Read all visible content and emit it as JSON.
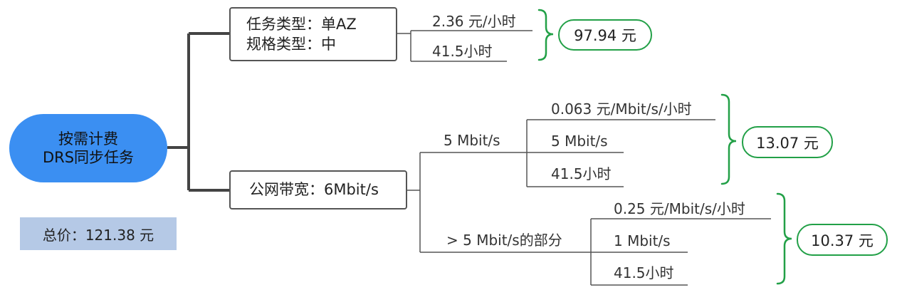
{
  "root": {
    "line1": "按需计费",
    "line2": "DRS同步任务"
  },
  "task_box": {
    "line1": "任务类型：单AZ",
    "line2": "规格类型：中"
  },
  "task_branch": {
    "price": "2.36 元/小时",
    "hours": "41.5小时",
    "result": "97.94 元"
  },
  "bandwidth_box": {
    "label": "公网带宽：6Mbit/s"
  },
  "bw_tier1": {
    "label": "5 Mbit/s",
    "price": "0.063 元/Mbit/s/小时",
    "amount": "5 Mbit/s",
    "hours": "41.5小时",
    "result": "13.07 元"
  },
  "bw_tier2": {
    "label": "> 5 Mbit/s的部分",
    "price": "0.25 元/Mbit/s/小时",
    "amount": "1 Mbit/s",
    "hours": "41.5小时",
    "result": "10.37 元"
  },
  "total": {
    "label": "总价：121.38 元"
  },
  "colors": {
    "root_fill": "#3b8ff2",
    "bracket_green": "#22a047",
    "total_fill": "#b5c9e6",
    "connector": "#444444"
  }
}
